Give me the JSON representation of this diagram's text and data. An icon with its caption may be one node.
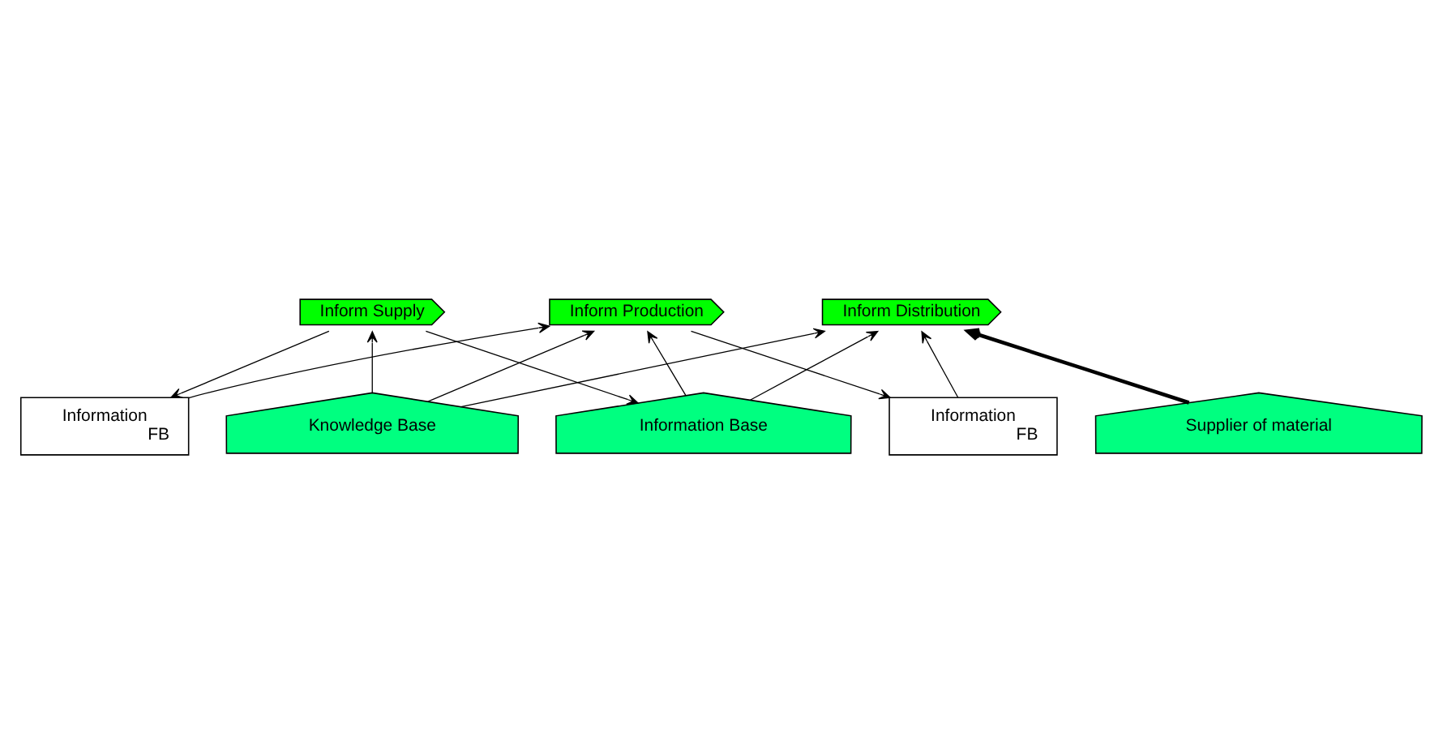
{
  "diagram": {
    "nodes": [
      {
        "text": [
          "Inform Supply"
        ]
      },
      {
        "text": [
          "Inform Production"
        ]
      },
      {
        "text": [
          "Inform Distribution"
        ]
      },
      {
        "text": [
          "Information",
          "FB"
        ]
      },
      {
        "text": [
          "Information",
          "FB"
        ]
      },
      {
        "text": [
          "Information Base"
        ]
      },
      {
        "text": [
          "Knowledge Base"
        ]
      },
      {
        "text": [
          "Supplier of material"
        ]
      }
    ],
    "edges": [
      {
        "from": 0,
        "to": 3,
        "arrow": "to"
      },
      {
        "from": 3,
        "to": 1,
        "arrow": "to"
      },
      {
        "from": 1,
        "to": 4,
        "arrow": "to"
      },
      {
        "from": 4,
        "to": 2,
        "arrow": "to"
      },
      {
        "from": 0,
        "to": 5,
        "arrow": "to"
      },
      {
        "from": 6,
        "to": 0,
        "arrow": "to"
      },
      {
        "from": 6,
        "to": 1,
        "arrow": "to"
      },
      {
        "from": 6,
        "to": 2,
        "arrow": "to"
      },
      {
        "from": 5,
        "to": 1,
        "arrow": "to"
      },
      {
        "from": 5,
        "to": 2,
        "arrow": "to"
      },
      {
        "from": 7,
        "to": 2,
        "arrow": "to",
        "style": "thick"
      }
    ]
  }
}
